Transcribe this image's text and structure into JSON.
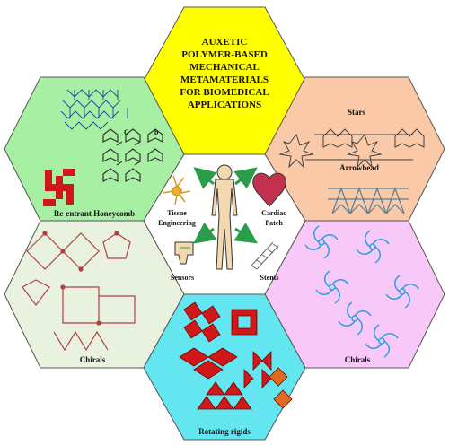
{
  "title_lines": [
    "AUXETIC",
    "POLYMER-BASED",
    "MECHANICAL",
    "METAMATERIALS",
    "FOR BIOMEDICAL",
    "APPLICATIONS"
  ],
  "panels": {
    "reentrant": {
      "label": "Re-entrant Honeycomb",
      "color": "#a7f0a3"
    },
    "stars": {
      "label": "Stars",
      "label2": "Arrowhead",
      "color": "#f9c9a8"
    },
    "chirals_left": {
      "label": "Chirals",
      "color": "#e8f2df"
    },
    "chirals_right": {
      "label": "Chirals",
      "color": "#f8c8f8"
    },
    "rotating": {
      "label": "Rotating rigids",
      "color": "#63e6ef"
    },
    "title": {
      "color": "#ffff00"
    }
  },
  "center": {
    "applications": {
      "tissue_line1": "Tissue",
      "tissue_line2": "Engineering",
      "cardiac_line1": "Cardiac",
      "cardiac_line2": "Patch",
      "sensors": "Sensors",
      "stents": "Stents"
    }
  },
  "small_labels": {
    "c": "C",
    "b": "b"
  },
  "colors": {
    "arrow": "#2a9d4a",
    "red": "#d01818",
    "blue": "#2aa0e0"
  }
}
